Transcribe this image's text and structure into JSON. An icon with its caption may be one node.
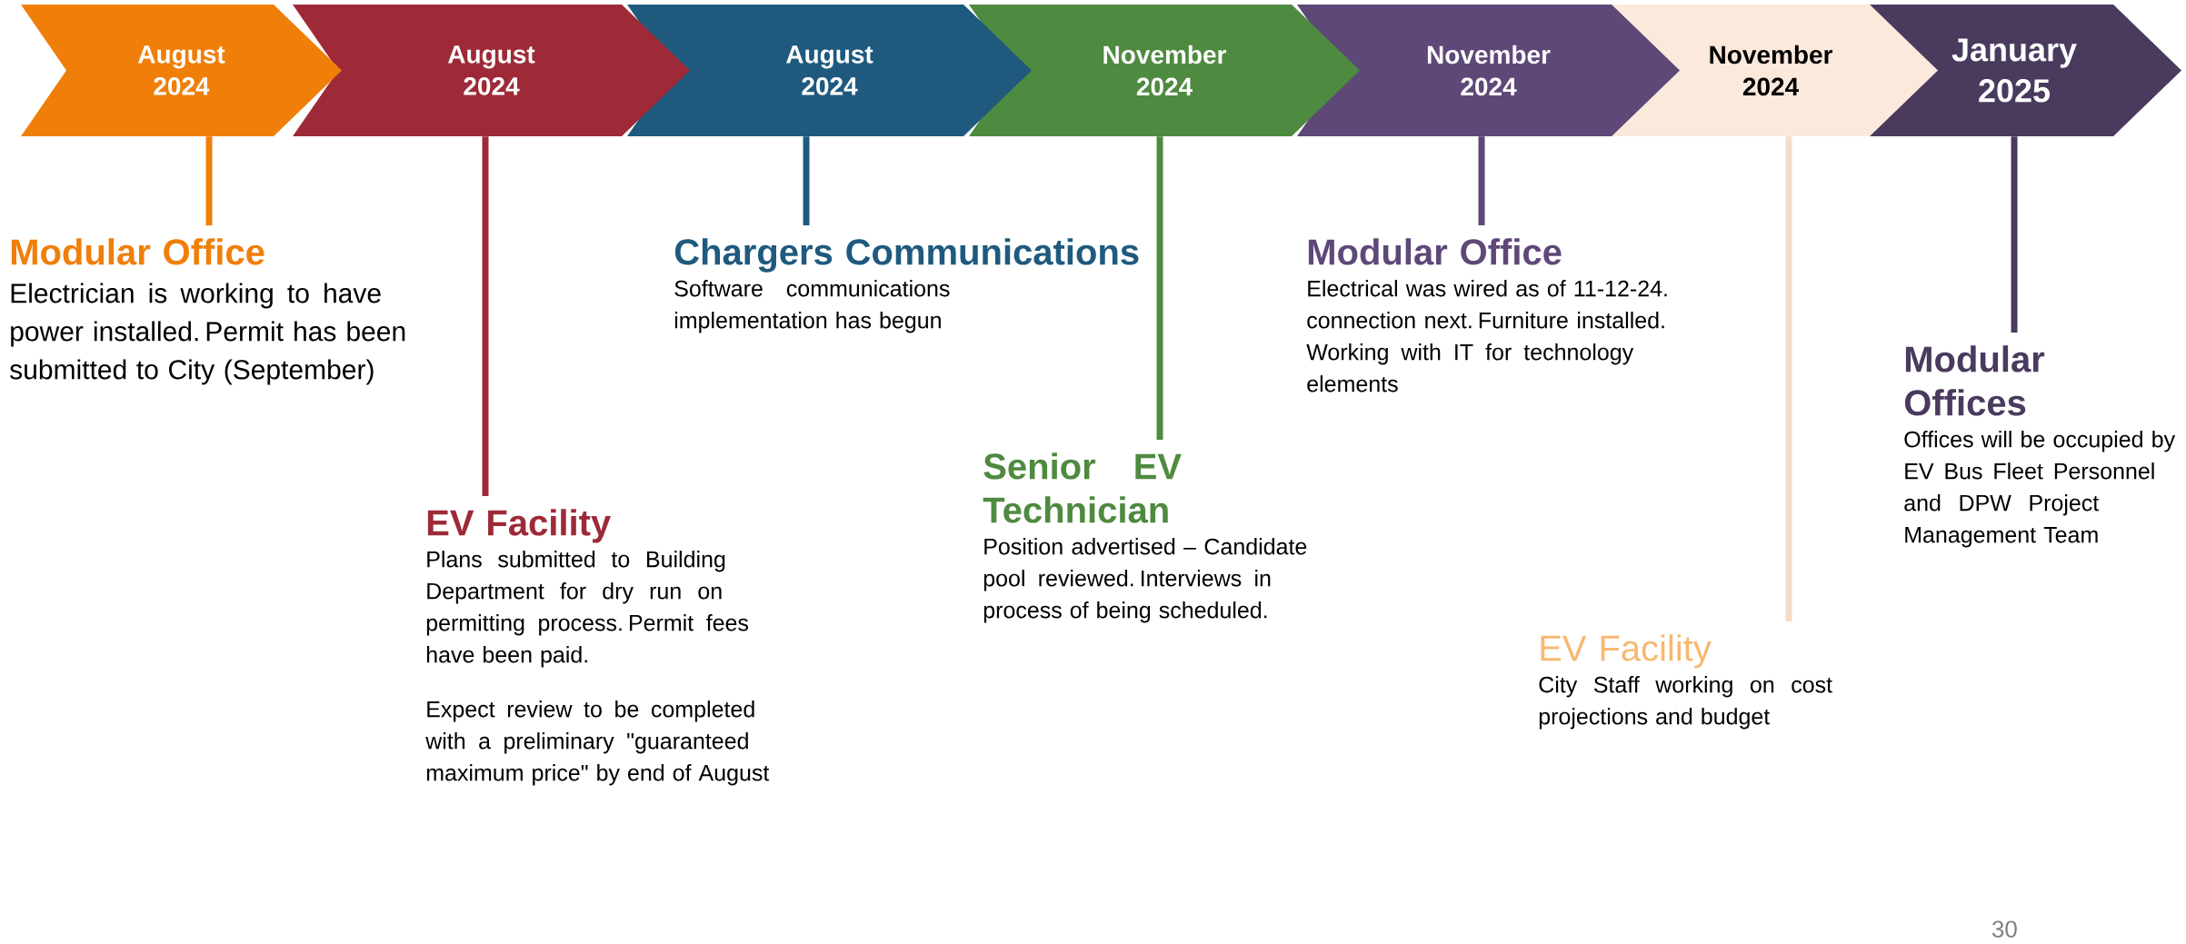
{
  "diagram": {
    "nodes": [
      {
        "text": [
          "August 2024"
        ]
      },
      {
        "text": [
          "August 2024"
        ]
      },
      {
        "text": [
          "August 2024"
        ]
      },
      {
        "text": [
          "November 2024"
        ]
      },
      {
        "text": [
          "November 2024"
        ]
      },
      {
        "text": [
          "November 2024"
        ]
      },
      {
        "text": [
          "January 2025"
        ]
      },
      {
        "text": [
          "Modular Office",
          "Electrician is working to have power installed. Permit has been submitted to City (September)"
        ]
      },
      {
        "text": [
          "EV Facility",
          "Plans submitted to Building Department for dry run on permitting process.  Permit fees have been paid.",
          "Expect review to be completed with a preliminary \"guaranteed maximum price\" by end of August"
        ]
      },
      {
        "text": [
          "Chargers Communications",
          "Software communications implementation has begun"
        ]
      },
      {
        "text": [
          "Senior EV Technician",
          "Position advertised – Candidate pool reviewed. Interviews in process of being scheduled."
        ]
      },
      {
        "text": [
          "Modular Office",
          "Electrical was wired as of 11-12-24.  connection next. Furniture installed. Working with IT for technology elements"
        ]
      },
      {
        "text": [
          "EV Facility",
          "City Staff working on cost projections and budget"
        ]
      },
      {
        "text": [
          "Modular Offices",
          "Offices will be occupied by EV Bus Fleet Personnel and DPW Project Management Team"
        ]
      }
    ],
    "edges": [
      {
        "from": 0,
        "to": 7,
        "arrow": "none",
        "color": "#f07f09"
      },
      {
        "from": 1,
        "to": 8,
        "arrow": "none",
        "color": "#9e2a38"
      },
      {
        "from": 2,
        "to": 9,
        "arrow": "none",
        "color": "#1f5a7e"
      },
      {
        "from": 3,
        "to": 10,
        "arrow": "none",
        "color": "#4e8a3f"
      },
      {
        "from": 4,
        "to": 11,
        "arrow": "none",
        "color": "#5e4878"
      },
      {
        "from": 5,
        "to": 12,
        "arrow": "none",
        "color": "#f6dcc8"
      },
      {
        "from": 6,
        "to": 13,
        "arrow": "none",
        "color": "#4a3a5e"
      }
    ],
    "labels": [
      "30"
    ]
  }
}
